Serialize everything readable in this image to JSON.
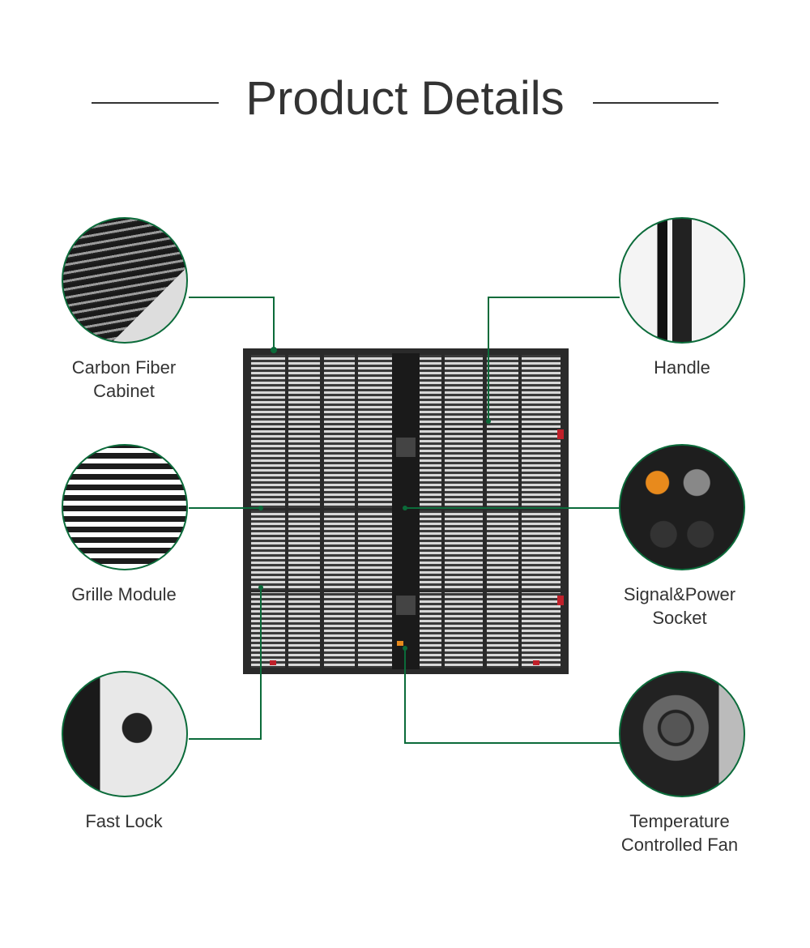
{
  "title": "Product Details",
  "accent_color": "#0b6b3a",
  "features": [
    {
      "name": "carbon-fiber-cabinet",
      "line1": "Carbon Fiber",
      "line2": "Cabinet"
    },
    {
      "name": "grille-module",
      "line1": "Grille Module",
      "line2": ""
    },
    {
      "name": "fast-lock",
      "line1": "Fast Lock",
      "line2": ""
    },
    {
      "name": "handle",
      "line1": "Handle",
      "line2": ""
    },
    {
      "name": "signal-power-socket",
      "line1": "Signal&Power",
      "line2": "Socket"
    },
    {
      "name": "temperature-controlled-fan",
      "line1": "Temperature",
      "line2": "Controlled Fan"
    }
  ]
}
